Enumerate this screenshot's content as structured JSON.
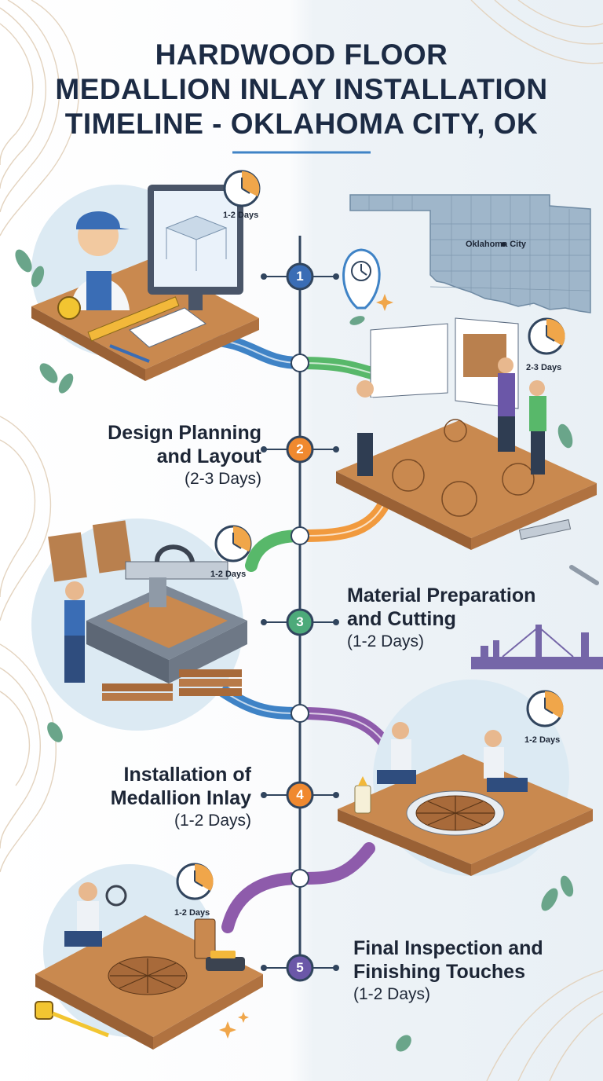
{
  "title": {
    "lines": [
      "HARDWOOD FLOOR",
      "MEDALLION INLAY INSTALLATION",
      "TIMELINE - OKLAHOMA CITY, OK"
    ]
  },
  "colors": {
    "step1": "#3a6db5",
    "step2": "#f0892f",
    "step3": "#4daa7a",
    "step4": "#f0892f",
    "step5": "#6b57a8",
    "green_path": "#58b86a",
    "orange_path": "#f19a3e",
    "blue_path": "#3f83c6",
    "purple_path": "#8e5bab",
    "title": "#1c2b44"
  },
  "steps": [
    {
      "number": "1",
      "title": "",
      "duration": ""
    },
    {
      "number": "2",
      "title": "Design Planning\nand Layout",
      "duration": "(2-3 Days)"
    },
    {
      "number": "3",
      "title": "Material Preparation\nand Cutting",
      "duration": "(1-2 Days)"
    },
    {
      "number": "4",
      "title": "Installation of\nMedallion Inlay",
      "duration": "(1-2 Days)"
    },
    {
      "number": "5",
      "title": "Final Inspection and\nFinishing Touches",
      "duration": "(1-2 Days)"
    }
  ],
  "clock_labels": [
    "1-2 Days",
    "2-3 Days",
    "1-2 Days",
    "1-2 Days",
    "1-2 Days"
  ],
  "map": {
    "label": "Oklahoma City"
  },
  "icons": [
    "clock-icon",
    "map-pin-icon",
    "leaf-icon",
    "sparkle-icon",
    "wrench-icon",
    "ruler-icon",
    "tape-measure-icon",
    "skyline-icon"
  ]
}
